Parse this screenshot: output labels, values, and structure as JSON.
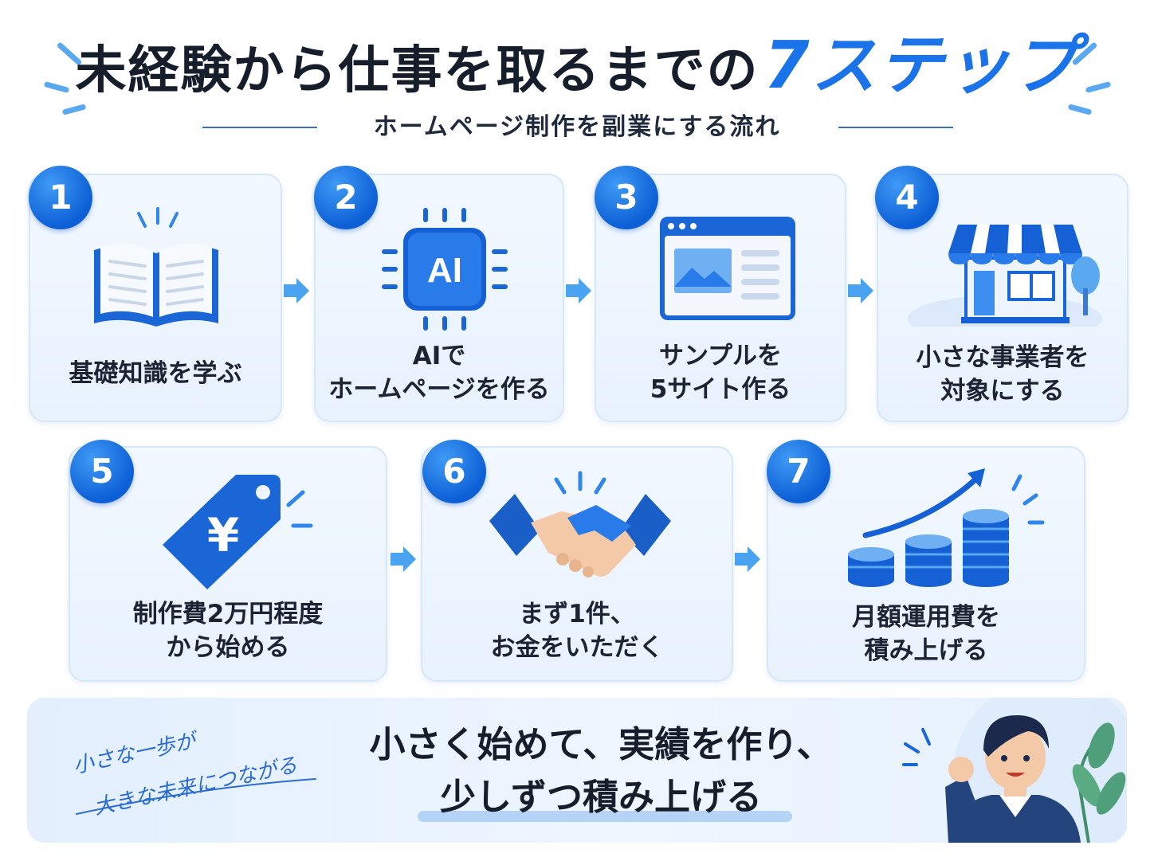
{
  "title": {
    "main": "未経験から仕事を取るまでの",
    "accent": "7ステップ"
  },
  "subtitle": "ホームページ制作を副業にする流れ",
  "steps": [
    {
      "number": "1",
      "lines": [
        "基礎知識を学ぶ"
      ],
      "icon": "open-book-icon"
    },
    {
      "number": "2",
      "lines": [
        "AIで",
        "ホームページを作る"
      ],
      "icon": "ai-chip-icon",
      "chip_text": "AI"
    },
    {
      "number": "3",
      "lines": [
        "サンプルを",
        "5サイト作る"
      ],
      "icon": "browser-window-icon"
    },
    {
      "number": "4",
      "lines": [
        "小さな事業者を",
        "対象にする"
      ],
      "icon": "storefront-icon"
    },
    {
      "number": "5",
      "lines": [
        "制作費2万円程度",
        "から始める"
      ],
      "icon": "yen-price-tag-icon",
      "tag_text": "¥"
    },
    {
      "number": "6",
      "lines": [
        "まず1件、",
        "お金をいただく"
      ],
      "icon": "handshake-icon"
    },
    {
      "number": "7",
      "lines": [
        "月額運用費を",
        "積み上げる"
      ],
      "icon": "coin-stacks-growth-icon"
    }
  ],
  "banner": {
    "script_line1": "小さな一歩が",
    "script_line2": "大きな未来につながる",
    "main_line1": "小さく始めて、実績を作り、",
    "main_line2": "少しずつ積み上げる"
  },
  "colors": {
    "accent": "#1a73e8",
    "card_bg": "#eef5fe",
    "badge": "#0d5fd6",
    "arrow": "#4aa3f0"
  }
}
